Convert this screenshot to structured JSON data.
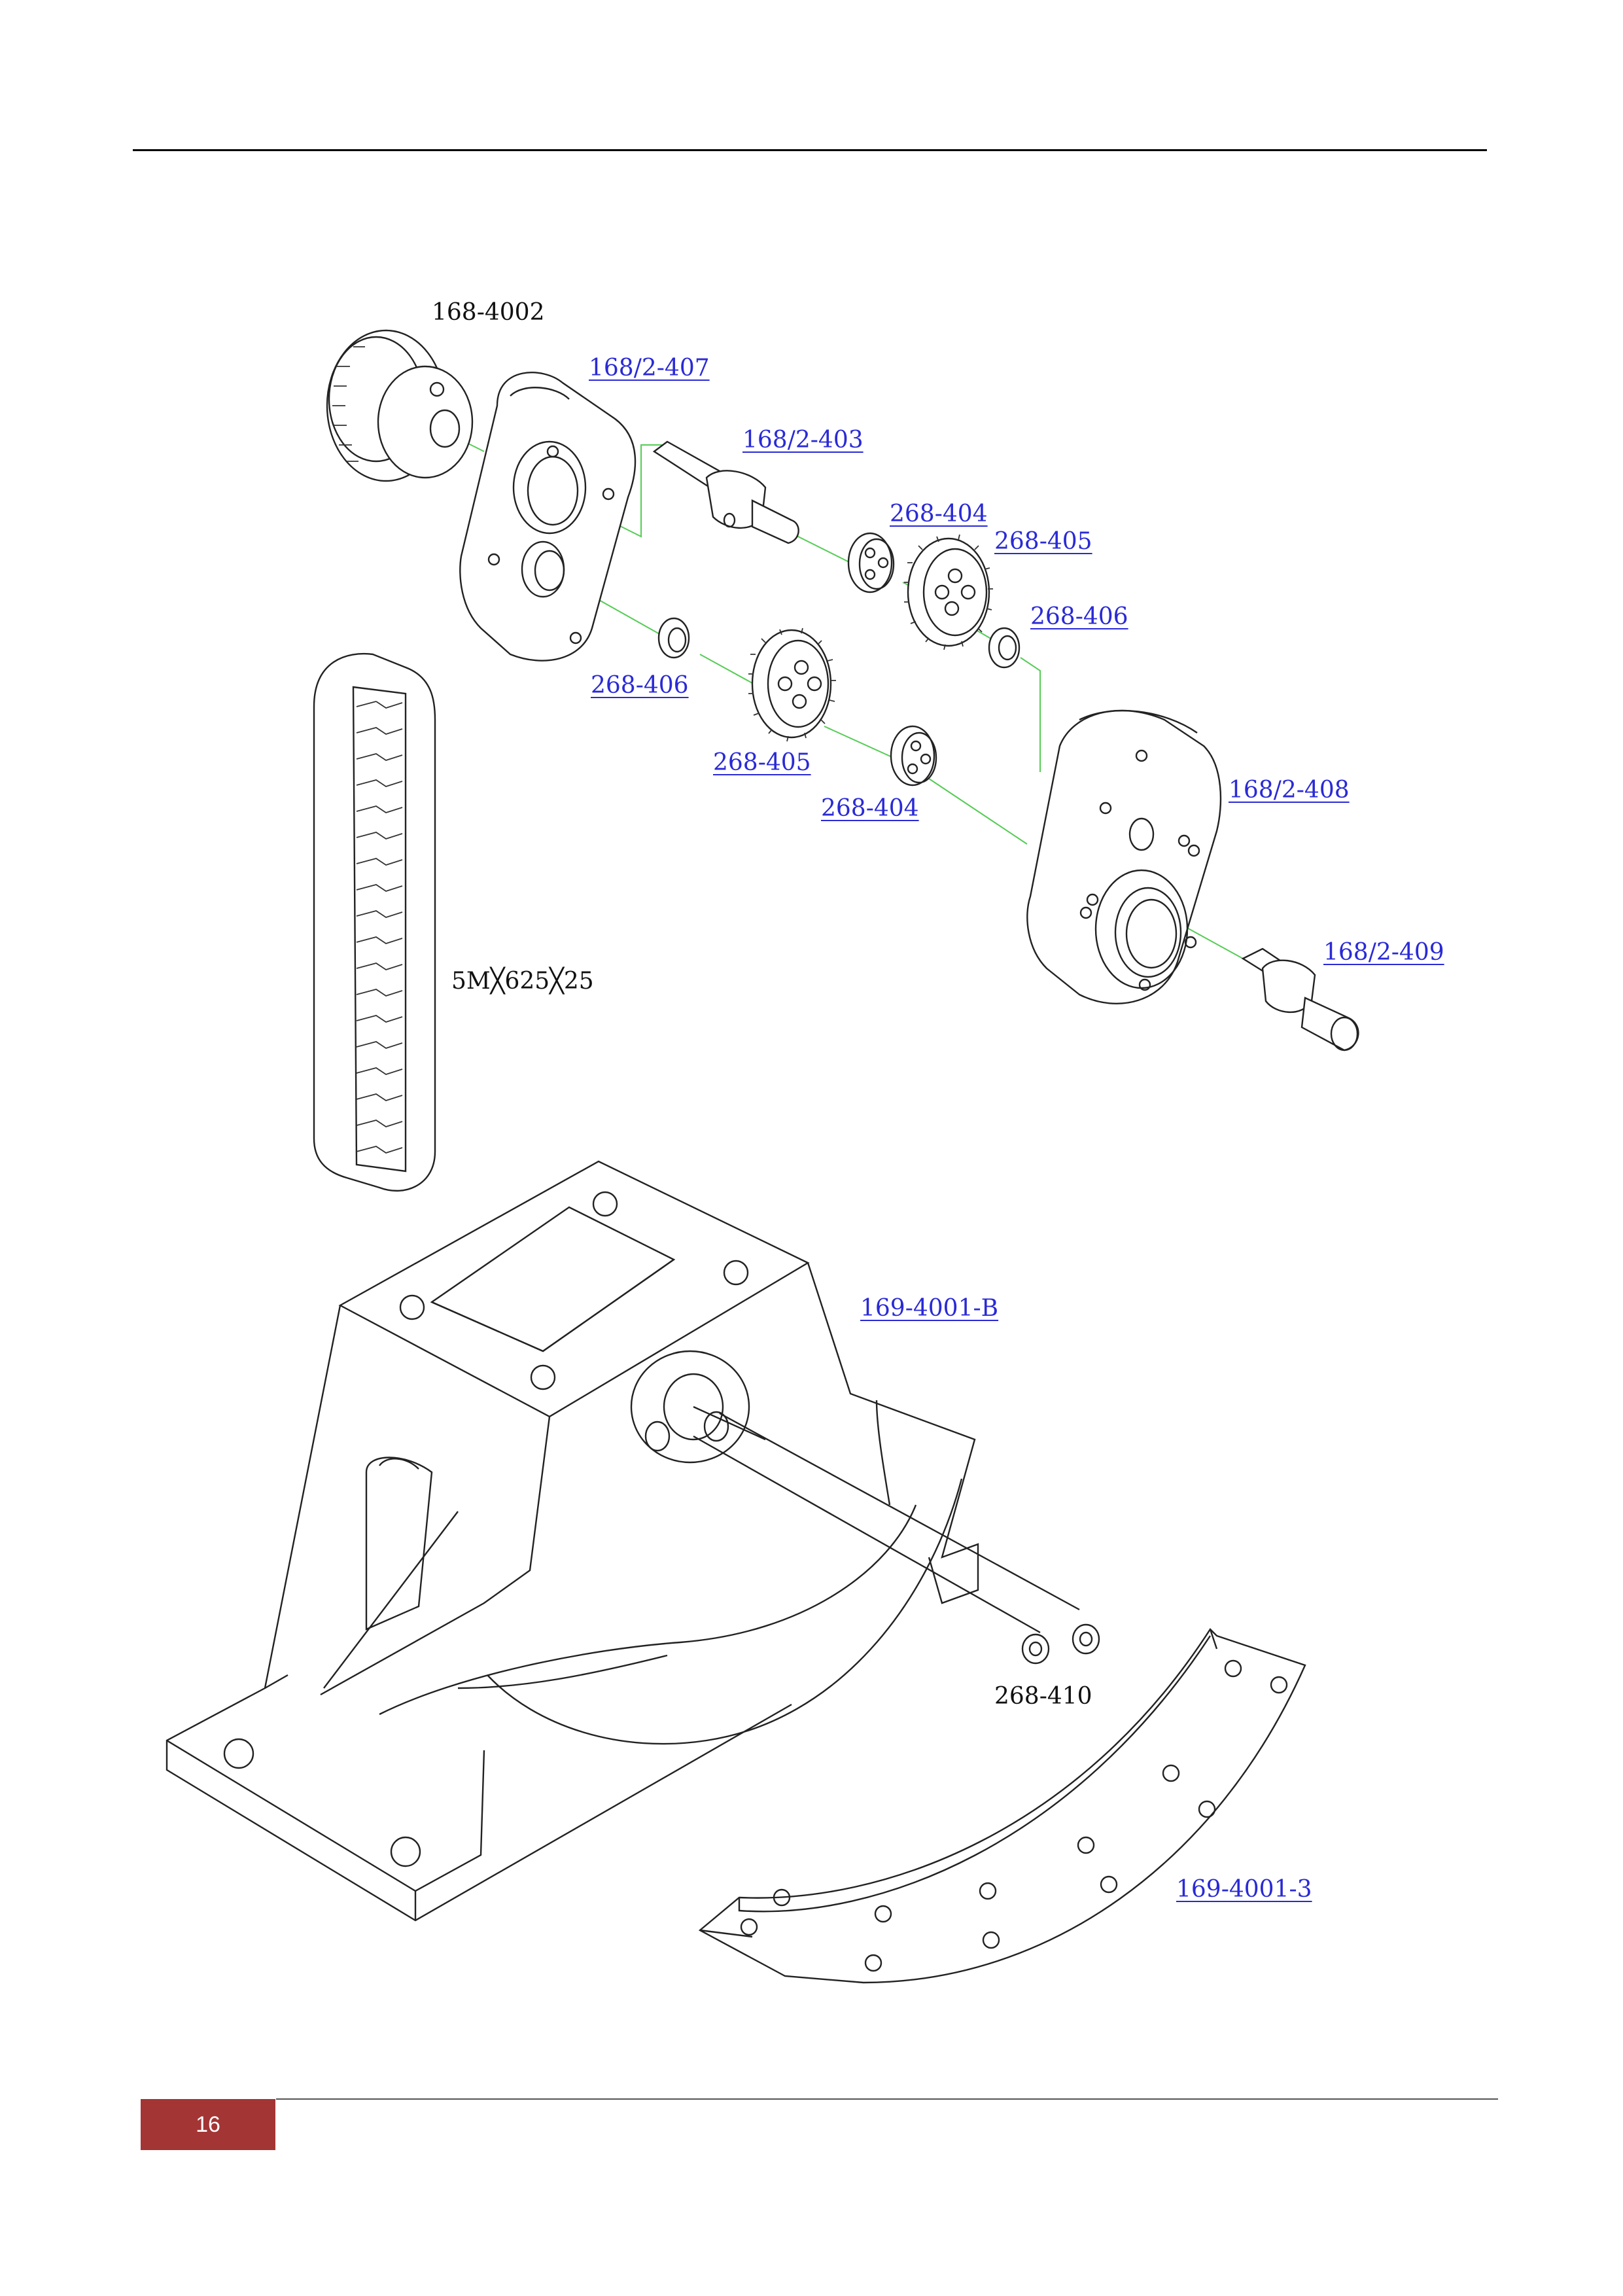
{
  "page": {
    "number": "16"
  },
  "labels": {
    "pulley": "168-4002",
    "front_plate": "168/2-407",
    "input_shaft": "168/2-403",
    "washer_top": "268-404",
    "gear_top": "268-405",
    "spacer_top": "268-406",
    "spacer_left": "268-406",
    "gear_lower": "268-405",
    "washer_lower": "268-404",
    "rear_plate": "168/2-408",
    "output_shaft": "168/2-409",
    "belt": "5M╳625╳25",
    "base": "169-4001-B",
    "nuts": "268-410",
    "arc_segment": "169-4001-3"
  },
  "colors": {
    "link": "#2a2ad6",
    "leader": "#55cc55",
    "badge": "#a33535"
  }
}
